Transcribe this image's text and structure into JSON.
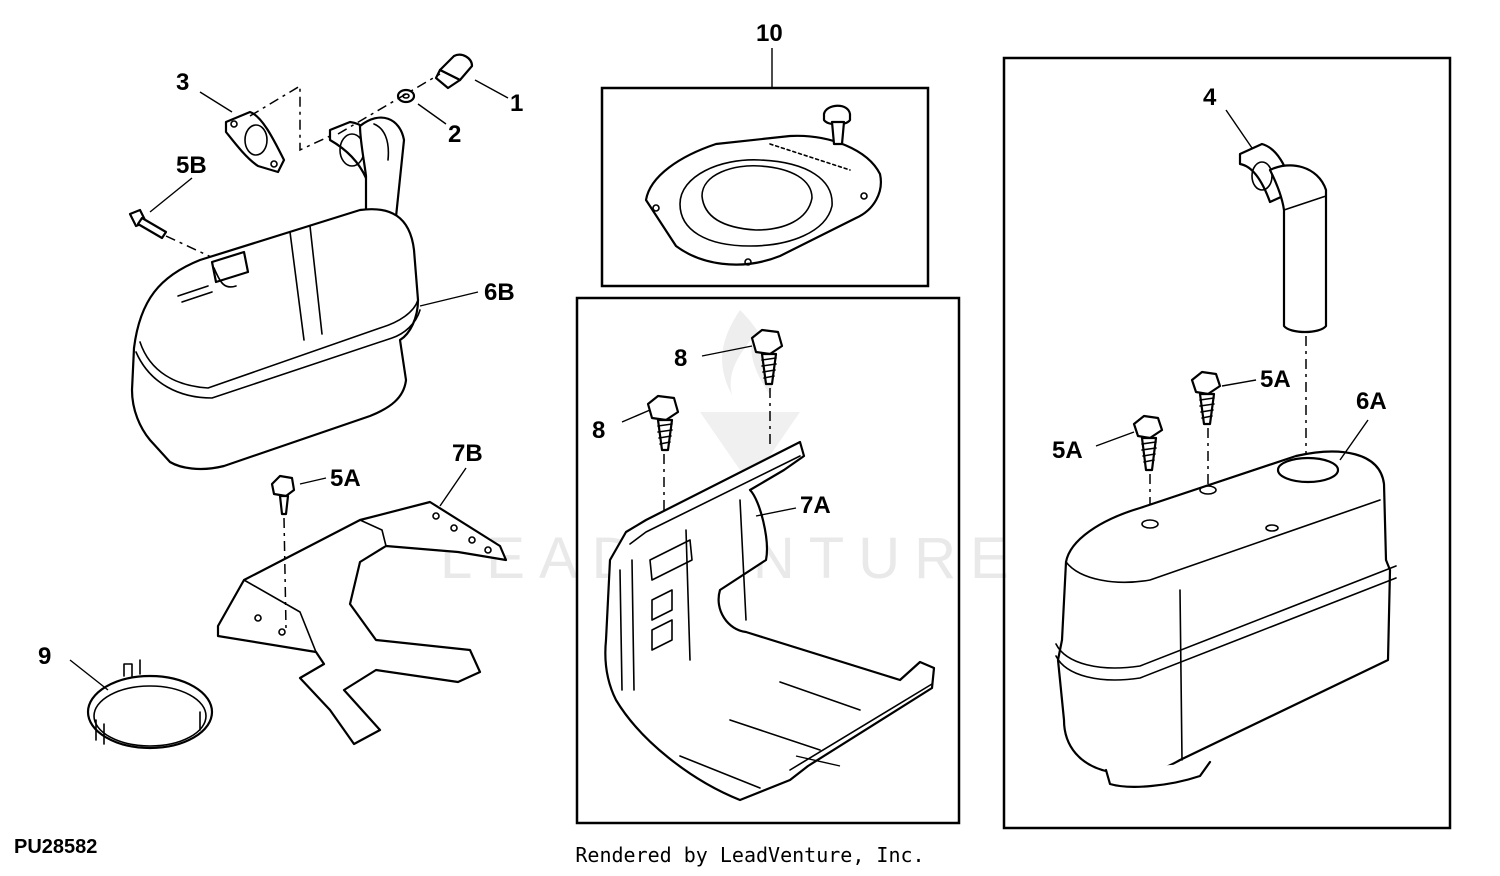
{
  "labels": {
    "p1": "1",
    "p2": "2",
    "p3": "3",
    "p4": "4",
    "p5b": "5B",
    "p5a_1": "5A",
    "p5a_2": "5A",
    "p5a_3": "5A",
    "p6a": "6A",
    "p6b": "6B",
    "p7a": "7A",
    "p7b": "7B",
    "p8_1": "8",
    "p8_2": "8",
    "p9": "9",
    "p10": "10"
  },
  "watermark": "LEADVENTURE",
  "figure_id": "PU28582",
  "credit": "Rendered by LeadVenture, Inc."
}
